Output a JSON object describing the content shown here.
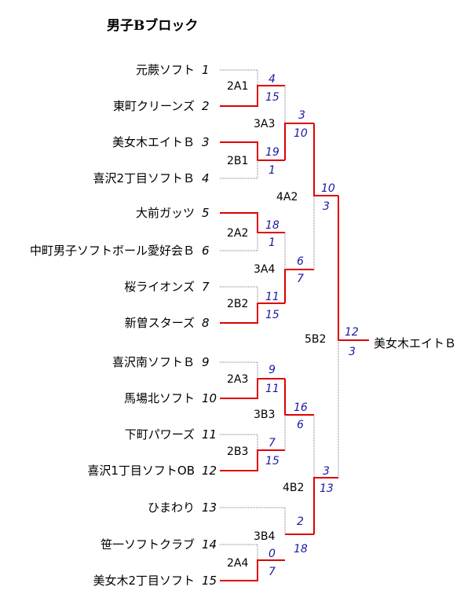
{
  "title": "男子Bブロック",
  "teams": [
    {
      "name": "元蕨ソフト",
      "seed": "1"
    },
    {
      "name": "東町クリーンズ",
      "seed": "2"
    },
    {
      "name": "美女木エイトＢ",
      "seed": "3"
    },
    {
      "name": "喜沢2丁目ソフトＢ",
      "seed": "4"
    },
    {
      "name": "大前ガッツ",
      "seed": "5"
    },
    {
      "name": "中町男子ソフトボール愛好会Ｂ",
      "seed": "6"
    },
    {
      "name": "桜ライオンズ",
      "seed": "7"
    },
    {
      "name": "新曽スターズ",
      "seed": "8"
    },
    {
      "name": "喜沢南ソフトＢ",
      "seed": "9"
    },
    {
      "name": "馬場北ソフト",
      "seed": "10"
    },
    {
      "name": "下町パワーズ",
      "seed": "11"
    },
    {
      "name": "喜沢1丁目ソフトOB",
      "seed": "12"
    },
    {
      "name": "ひまわり",
      "seed": "13"
    },
    {
      "name": "笹一ソフトクラブ",
      "seed": "14"
    },
    {
      "name": "美女木2丁目ソフト",
      "seed": "15"
    }
  ],
  "matches": [
    {
      "id": "2A1",
      "top": "4",
      "bottom": "15"
    },
    {
      "id": "2B1",
      "top": "19",
      "bottom": "1"
    },
    {
      "id": "2A2",
      "top": "18",
      "bottom": "1"
    },
    {
      "id": "2B2",
      "top": "11",
      "bottom": "15"
    },
    {
      "id": "2A3",
      "top": "9",
      "bottom": "11"
    },
    {
      "id": "2B3",
      "top": "7",
      "bottom": "15"
    },
    {
      "id": "2A4",
      "top": "0",
      "bottom": "7"
    },
    {
      "id": "3A3",
      "top": "3",
      "bottom": "10"
    },
    {
      "id": "3A4",
      "top": "6",
      "bottom": "7"
    },
    {
      "id": "3B3",
      "top": "16",
      "bottom": "6"
    },
    {
      "id": "3B4",
      "top": "2",
      "bottom": "18"
    },
    {
      "id": "4A2",
      "top": "10",
      "bottom": "3"
    },
    {
      "id": "4B2",
      "top": "3",
      "bottom": "13"
    },
    {
      "id": "5B2",
      "top": "12",
      "bottom": "3"
    }
  ],
  "winner": "美女木エイトＢ",
  "colors": {
    "win_line": "#e00000",
    "lose_line": "#7a7a7a",
    "score": "#1a1aa0"
  }
}
